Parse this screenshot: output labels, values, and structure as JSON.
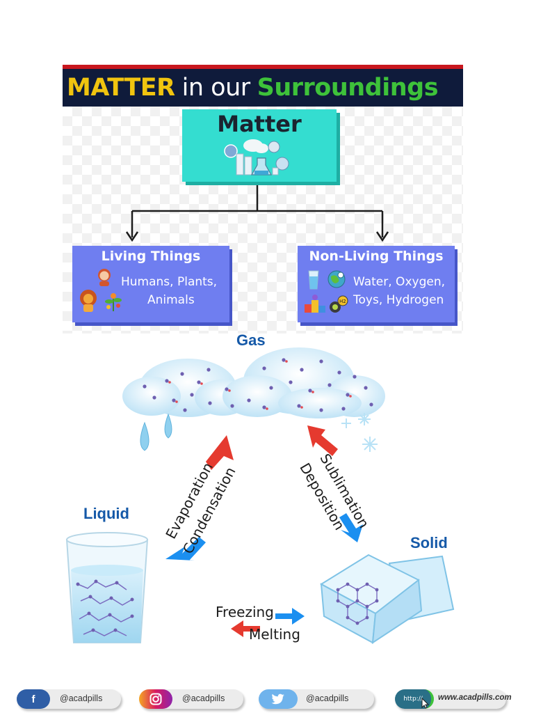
{
  "title": {
    "part1": "MATTER",
    "part2": "in our",
    "part3": "Surroundings"
  },
  "matter": {
    "title": "Matter"
  },
  "living": {
    "title": "Living Things",
    "line1": "Humans, Plants,",
    "line2": "Animals"
  },
  "nonliving": {
    "title": "Non-Living Things",
    "line1": "Water, Oxygen,",
    "line2": "Toys, Hydrogen"
  },
  "states": {
    "gas": "Gas",
    "liquid": "Liquid",
    "solid": "Solid"
  },
  "processes": {
    "evaporation": "Evaporation",
    "condensation": "Condensation",
    "sublimation": "Sublimation",
    "deposition": "Deposition",
    "freezing": "Freezing",
    "melting": "Melting"
  },
  "footer": {
    "facebook": "@acadpills",
    "instagram": "@acadpills",
    "twitter": "@acadpills",
    "website_prefix": "http://",
    "website": "www.acadpills.com"
  },
  "colors": {
    "title_bg": "#0f1b3b",
    "title_yellow": "#f1c40f",
    "title_green": "#3ec23a",
    "matter_box": "#34ddd0",
    "category_box": "#6f7ef0",
    "state_label": "#1559a8",
    "arrow_red": "#e53a2f",
    "arrow_blue": "#1b8ff0"
  }
}
